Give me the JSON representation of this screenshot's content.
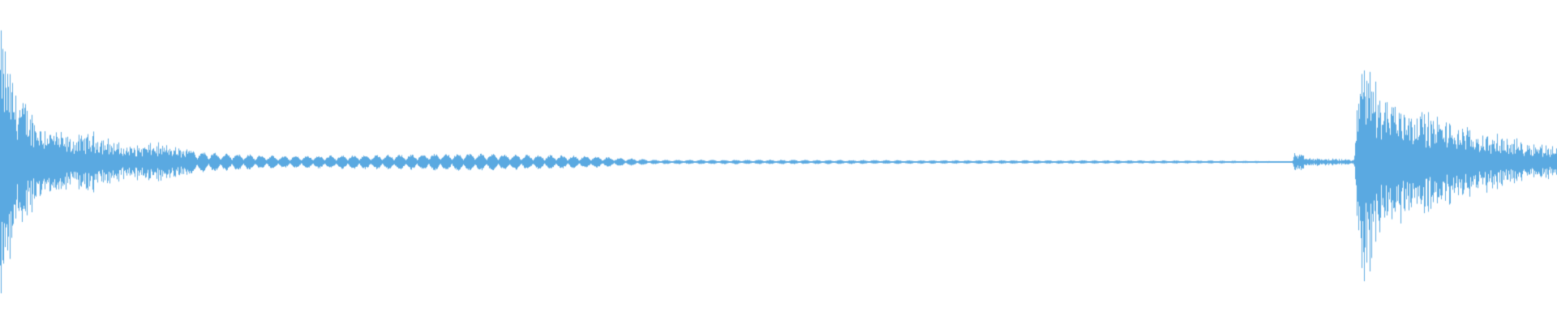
{
  "waveform": {
    "color": "#5aa9e1",
    "background": "#ffffff",
    "amplitude_envelope": [
      {
        "t": 0.0,
        "a": 1.0
      },
      {
        "t": 0.003,
        "a": 0.85
      },
      {
        "t": 0.01,
        "a": 0.55
      },
      {
        "t": 0.025,
        "a": 0.3
      },
      {
        "t": 0.045,
        "a": 0.18
      },
      {
        "t": 0.06,
        "a": 0.22
      },
      {
        "t": 0.08,
        "a": 0.12
      },
      {
        "t": 0.1,
        "a": 0.14
      },
      {
        "t": 0.13,
        "a": 0.07
      },
      {
        "t": 0.18,
        "a": 0.04
      },
      {
        "t": 0.25,
        "a": 0.05
      },
      {
        "t": 0.3,
        "a": 0.06
      },
      {
        "t": 0.34,
        "a": 0.05
      },
      {
        "t": 0.38,
        "a": 0.04
      },
      {
        "t": 0.42,
        "a": 0.015
      },
      {
        "t": 0.5,
        "a": 0.015
      },
      {
        "t": 0.6,
        "a": 0.012
      },
      {
        "t": 0.7,
        "a": 0.012
      },
      {
        "t": 0.78,
        "a": 0.01
      },
      {
        "t": 0.83,
        "a": 0.005
      },
      {
        "t": 0.832,
        "a": 0.08
      },
      {
        "t": 0.84,
        "a": 0.03
      },
      {
        "t": 0.87,
        "a": 0.02
      },
      {
        "t": 0.873,
        "a": 0.6
      },
      {
        "t": 0.876,
        "a": 0.98
      },
      {
        "t": 0.885,
        "a": 0.55
      },
      {
        "t": 0.9,
        "a": 0.45
      },
      {
        "t": 0.92,
        "a": 0.35
      },
      {
        "t": 0.95,
        "a": 0.22
      },
      {
        "t": 0.98,
        "a": 0.15
      },
      {
        "t": 1.0,
        "a": 0.12
      }
    ]
  }
}
